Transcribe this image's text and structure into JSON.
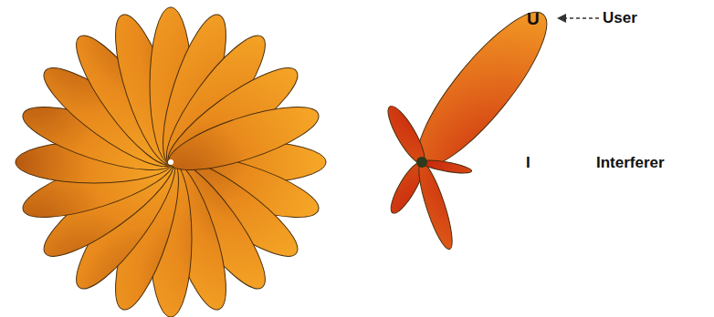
{
  "diagram": {
    "labels": [
      "U",
      "User",
      "I",
      "Interferer"
    ]
  }
}
